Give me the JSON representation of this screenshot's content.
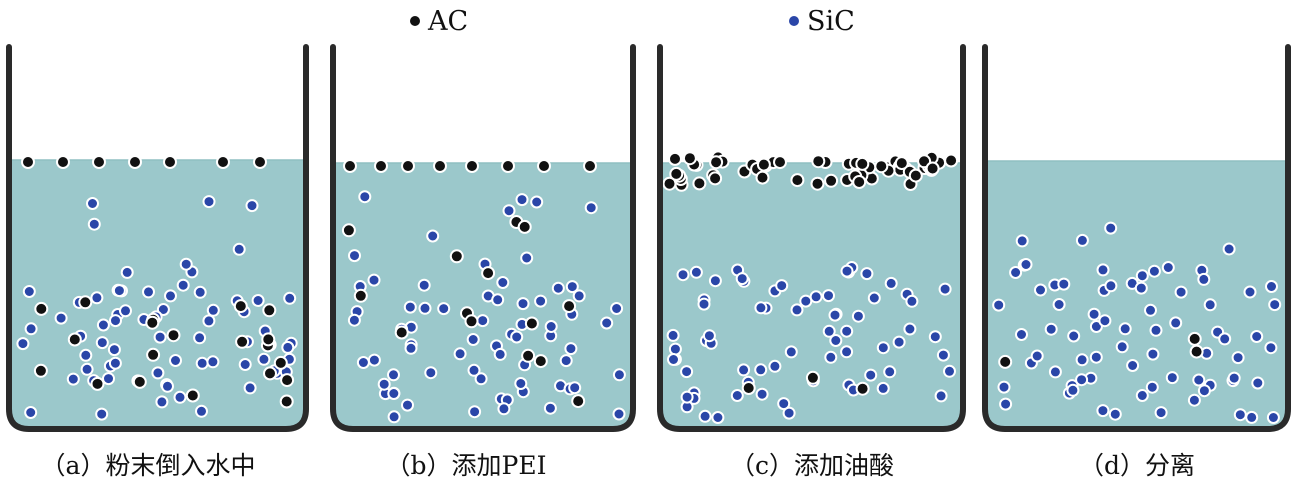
{
  "legend": [
    {
      "symbol": "●",
      "label": "AC",
      "color": "#111111"
    },
    {
      "symbol": "●",
      "label": "SiC",
      "color": "#2a46a8"
    }
  ],
  "panels": [
    {
      "caption": "（a）粉末倒入水中",
      "state": "AC particles mixed with SiC throughout the water; a few particles at the surface"
    },
    {
      "caption": "（b）添加PEI",
      "state": "AC particles dispersed among SiC in the water"
    },
    {
      "caption": "（c）添加油酸",
      "state": "AC particles floating as a dense layer at the water surface; SiC settled"
    },
    {
      "caption": "（d）分离",
      "state": "Surface AC removed; SiC remains with a few AC particles"
    }
  ],
  "colors": {
    "water": "#9bc8cb",
    "beaker": "#2a2a2a",
    "ac": "#111111",
    "sic": "#2a46a8",
    "particle_halo": "#ffffff"
  }
}
